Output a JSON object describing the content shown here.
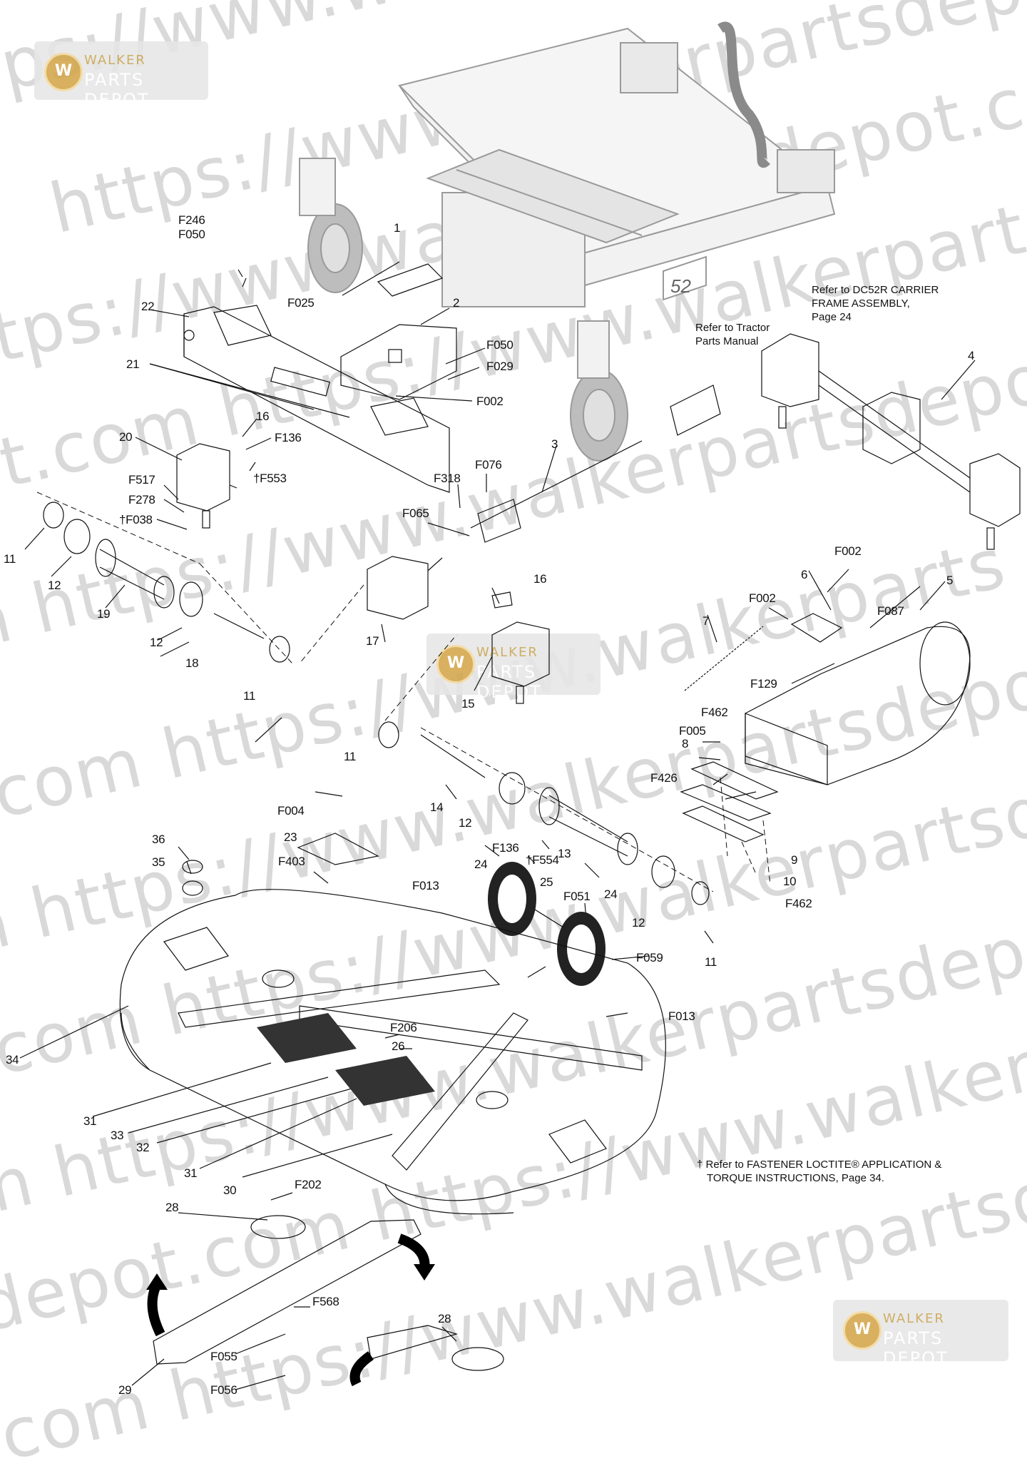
{
  "watermarks": {
    "badge_line1": "WALKER",
    "badge_line2": "PARTS DEPOT",
    "logo_letter": "W",
    "text_rows": [
      "ps://www.walkerpartsdepot.com  https://",
      "https://www.walkerpartsdepot.com  https:/",
      "ttps://www.walkerpartsdepot.co",
      "ot.com  https://www.walkerpartsdepot.com",
      "m  https://www.walkerpartsdepot.com  htt",
      "com  https://www.walkerparts",
      "n  https://www.walkerpartsdepot.com",
      "com  https://www.walkerpartsdepot.com  h",
      "m  https://www.walkerpartsdepot.com",
      "depot.com  https://www.walkerpartsdepot",
      "com  https://www.walkerpartsdepot.com"
    ]
  },
  "notes": {
    "carrier_ref": [
      "Refer to DC52R CARRIER",
      "FRAME ASSEMBLY,",
      "Page 24"
    ],
    "tractor_ref": [
      "Refer to Tractor",
      "Parts Manual"
    ],
    "loctite_line1": "† Refer to FASTENER LOCTITE® APPLICATION &",
    "loctite_line2": "TORQUE INSTRUCTIONS, Page 34.",
    "frame_badge": "52"
  },
  "callouts": [
    {
      "t": "F246"
    },
    {
      "t": "F050"
    },
    {
      "t": "1"
    },
    {
      "t": "F025"
    },
    {
      "t": "22"
    },
    {
      "t": "2"
    },
    {
      "t": "F050"
    },
    {
      "t": "F029"
    },
    {
      "t": "21"
    },
    {
      "t": "F002"
    },
    {
      "t": "4"
    },
    {
      "t": "16"
    },
    {
      "t": "F136"
    },
    {
      "t": "20"
    },
    {
      "t": "†F553"
    },
    {
      "t": "3"
    },
    {
      "t": "F076"
    },
    {
      "t": "F318"
    },
    {
      "t": "F517"
    },
    {
      "t": "F278"
    },
    {
      "t": "†F038"
    },
    {
      "t": "F065"
    },
    {
      "t": "11"
    },
    {
      "t": "12"
    },
    {
      "t": "19"
    },
    {
      "t": "F002"
    },
    {
      "t": "5"
    },
    {
      "t": "6"
    },
    {
      "t": "F002"
    },
    {
      "t": "F087"
    },
    {
      "t": "16"
    },
    {
      "t": "7"
    },
    {
      "t": "17"
    },
    {
      "t": "12"
    },
    {
      "t": "18"
    },
    {
      "t": "F129"
    },
    {
      "t": "15"
    },
    {
      "t": "11"
    },
    {
      "t": "F462"
    },
    {
      "t": "F005"
    },
    {
      "t": "8"
    },
    {
      "t": "11"
    },
    {
      "t": "F426"
    },
    {
      "t": "14"
    },
    {
      "t": "F004"
    },
    {
      "t": "12"
    },
    {
      "t": "23"
    },
    {
      "t": "36"
    },
    {
      "t": "F136"
    },
    {
      "t": "†F554"
    },
    {
      "t": "13"
    },
    {
      "t": "9"
    },
    {
      "t": "F403"
    },
    {
      "t": "35"
    },
    {
      "t": "10"
    },
    {
      "t": "24"
    },
    {
      "t": "25"
    },
    {
      "t": "24"
    },
    {
      "t": "F013"
    },
    {
      "t": "F051"
    },
    {
      "t": "F462"
    },
    {
      "t": "12"
    },
    {
      "t": "11"
    },
    {
      "t": "F059"
    },
    {
      "t": "F013"
    },
    {
      "t": "34"
    },
    {
      "t": "F206"
    },
    {
      "t": "26"
    },
    {
      "t": "31"
    },
    {
      "t": "33"
    },
    {
      "t": "32"
    },
    {
      "t": "31"
    },
    {
      "t": "30"
    },
    {
      "t": "F202"
    },
    {
      "t": "28"
    },
    {
      "t": "F568"
    },
    {
      "t": "28"
    },
    {
      "t": "F055"
    },
    {
      "t": "29"
    },
    {
      "t": "F056"
    }
  ]
}
